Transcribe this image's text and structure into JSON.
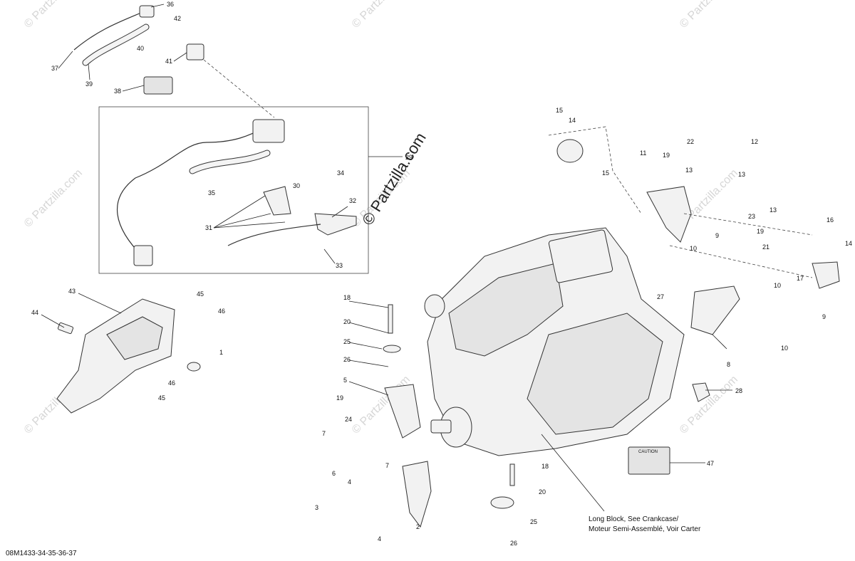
{
  "watermarks": [
    "© Partzilla.com",
    "© Partzilla.com",
    "© Partzilla.com",
    "© Partzilla.com",
    "© Partzilla.com",
    "© Partzilla.com",
    "© Partzilla.com",
    "© Partzilla.com",
    "© Partzilla.com"
  ],
  "brand": "© Partzilla.com",
  "diagram_code": "08M1433-34-35-36-37",
  "note_line1": "Long Block, See Crankcase/",
  "note_line2": "Moteur Semi-Assemblé, Voir Carter",
  "label_plate_text": "CAUTION",
  "callouts": [
    "36",
    "42",
    "40",
    "41",
    "37",
    "39",
    "38",
    "29",
    "34",
    "30",
    "32",
    "35",
    "31",
    "33",
    "43",
    "45",
    "46",
    "44",
    "1",
    "46",
    "45",
    "18",
    "20",
    "25",
    "26",
    "5",
    "19",
    "24",
    "7",
    "6",
    "7",
    "4",
    "3",
    "4",
    "2",
    "18",
    "20",
    "25",
    "26",
    "15",
    "14",
    "15",
    "11",
    "19",
    "22",
    "12",
    "13",
    "13",
    "13",
    "23",
    "19",
    "21",
    "10",
    "9",
    "16",
    "14",
    "17",
    "27",
    "10",
    "9",
    "10",
    "8",
    "28",
    "47"
  ]
}
